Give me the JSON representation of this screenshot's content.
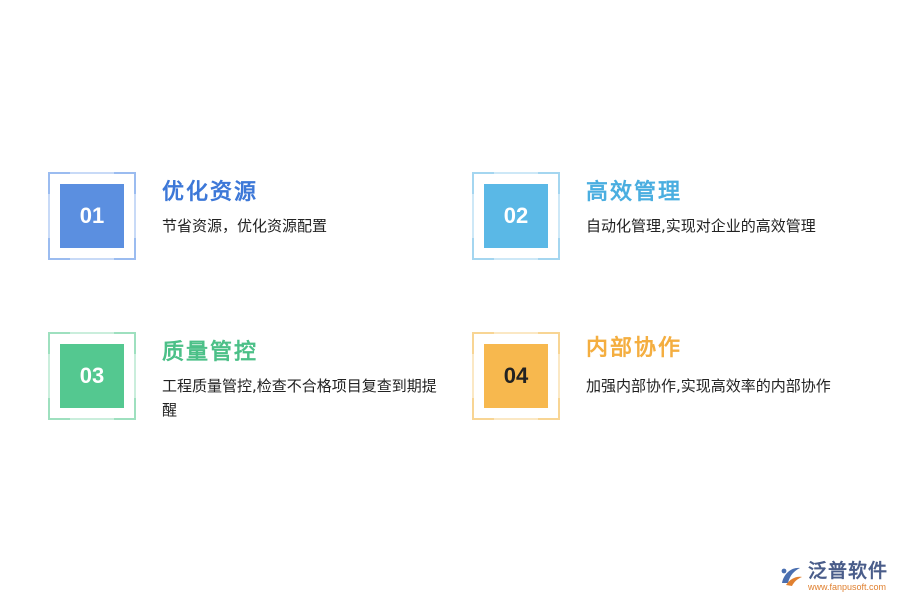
{
  "items": [
    {
      "number": "01",
      "title": "优化资源",
      "description": "节省资源，优化资源配置",
      "color": "#5b8fe0",
      "frame_color": "#9bbcf0",
      "title_color": "#3d78d8"
    },
    {
      "number": "02",
      "title": "高效管理",
      "description": "自动化管理,实现对企业的高效管理",
      "color": "#5ab8e6",
      "frame_color": "#a4d6f0",
      "title_color": "#4aaee0"
    },
    {
      "number": "03",
      "title": "质量管控",
      "description": "工程质量管控,检查不合格项目复查到期提醒",
      "color": "#54c890",
      "frame_color": "#9ee0bf",
      "title_color": "#4cc088"
    },
    {
      "number": "04",
      "title": "内部协作",
      "description": "加强内部协作,实现高效率的内部协作",
      "color": "#f7b84e",
      "frame_color": "#f8d594",
      "title_color": "#f4ae40",
      "number_color": "#222222"
    }
  ],
  "logo": {
    "name": "泛普软件",
    "url": "www.fanpusoft.com",
    "icon": "fanpu-logo-icon"
  }
}
